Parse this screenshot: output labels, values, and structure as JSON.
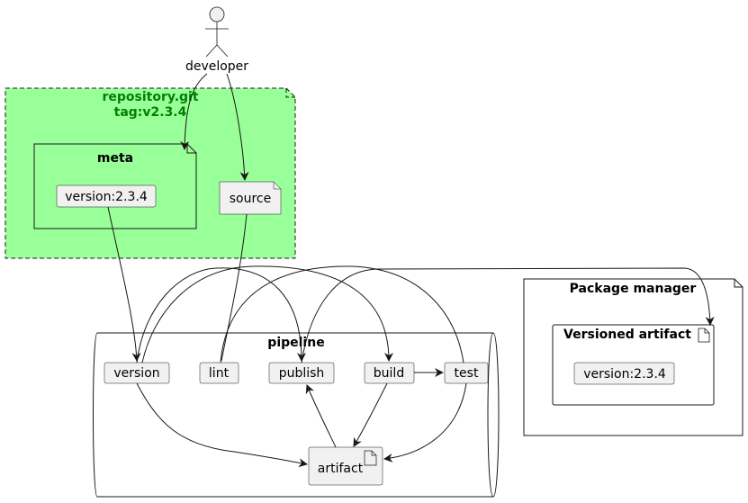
{
  "colors": {
    "repository_fill": "#99ff99",
    "repository_title": "#008000",
    "node_fill": "#f1f1f1",
    "line": "#181818"
  },
  "actor": {
    "label": "developer"
  },
  "repository": {
    "title_line1": "repository.git",
    "title_line2": "tag:v2.3.4"
  },
  "meta": {
    "title": "meta",
    "version": "version:2.3.4"
  },
  "source": {
    "label": "source"
  },
  "pipeline": {
    "title": "pipeline",
    "steps": {
      "version": "version",
      "lint": "lint",
      "publish": "publish",
      "build": "build",
      "test": "test"
    },
    "artifact": "artifact"
  },
  "package_manager": {
    "title": "Package manager",
    "artifact_title": "Versioned artifact",
    "version": "version:2.3.4"
  }
}
